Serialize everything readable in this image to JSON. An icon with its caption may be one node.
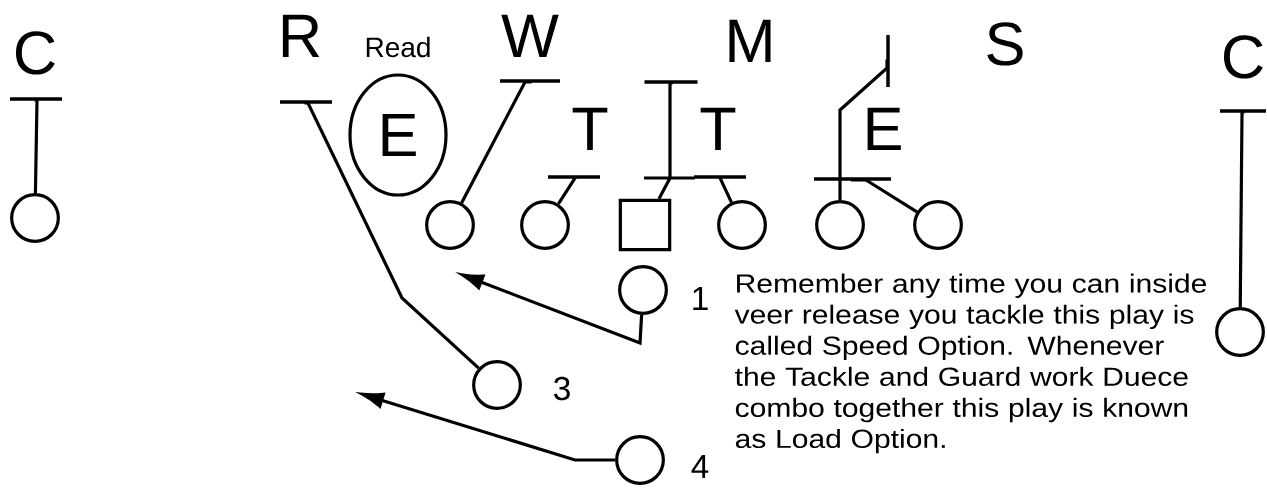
{
  "diagram": {
    "nodes": [
      {
        "text": [
          "E"
        ],
        "beside": [
          "Read"
        ]
      },
      {
        "text": [],
        "shape": "circle"
      },
      {
        "text": [],
        "shape": "circle"
      },
      {
        "text": [],
        "shape": "circle"
      },
      {
        "text": [],
        "shape": "box"
      },
      {
        "text": [],
        "shape": "circle"
      },
      {
        "text": [],
        "shape": "circle"
      },
      {
        "text": [],
        "shape": "circle"
      },
      {
        "text": [],
        "shape": "circle",
        "beside": [
          "1"
        ]
      },
      {
        "text": [],
        "shape": "circle"
      },
      {
        "text": [],
        "shape": "circle",
        "beside": [
          "3"
        ]
      },
      {
        "text": [],
        "shape": "circle",
        "beside": [
          "4"
        ]
      }
    ],
    "edges": [
      {
        "from": 1,
        "to": null,
        "arrow": "other"
      },
      {
        "from": 2,
        "to": null,
        "arrow": "other"
      },
      {
        "from": 3,
        "to": null,
        "arrow": "other"
      },
      {
        "from": 4,
        "to": null,
        "arrow": "other"
      },
      {
        "from": 5,
        "to": null,
        "arrow": "other"
      },
      {
        "from": 6,
        "to": null,
        "arrow": "other"
      },
      {
        "from": 7,
        "to": null,
        "arrow": "other"
      },
      {
        "from": 8,
        "to": null,
        "arrow": "to"
      },
      {
        "from": 9,
        "to": null,
        "arrow": "other"
      },
      {
        "from": 10,
        "to": null,
        "arrow": "other"
      },
      {
        "from": 11,
        "to": null,
        "arrow": "to"
      }
    ],
    "labels": [
      "C",
      "R",
      "W",
      "M",
      "S",
      "C",
      "T",
      "T",
      "E",
      "Remember any time you can inside veer release you tackle this play is called Speed Option. Whenever the Tackle and Guard work Duece combo together this play is known as Load Option."
    ]
  }
}
